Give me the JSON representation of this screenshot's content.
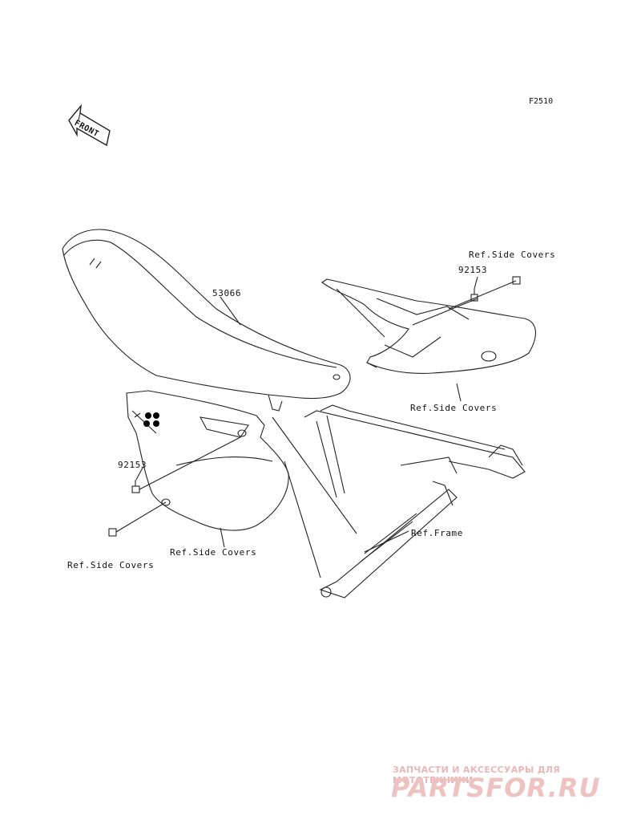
{
  "figure_code": "F2510",
  "front_arrow_text": "FRONT",
  "labels": {
    "part_seat": "53066",
    "bolt_top": "92153",
    "bolt_left": "92153",
    "ref_side_covers_top": "Ref.Side Covers",
    "ref_side_covers_mid": "Ref.Side Covers",
    "ref_side_covers_left1": "Ref.Side Covers",
    "ref_side_covers_left2": "Ref.Side Covers",
    "ref_frame": "Ref.Frame"
  },
  "watermark": {
    "tagline": "ЗАПЧАСТИ И АКСЕССУАРЫ ДЛЯ МОТОТЕХНИКИ",
    "logo": "PARTSFOR.RU",
    "color": "#e9b7b7"
  }
}
